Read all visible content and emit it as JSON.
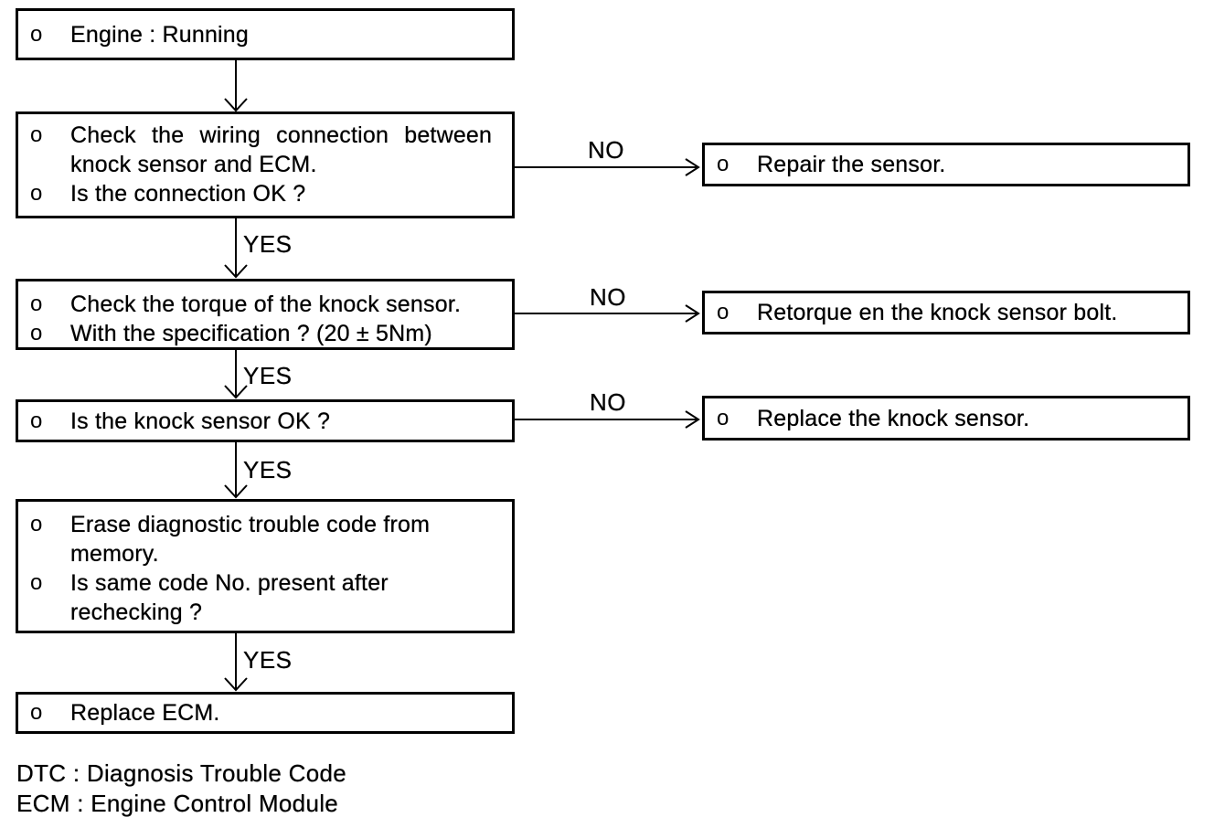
{
  "colors": {
    "ink": "#000000",
    "paper": "#ffffff"
  },
  "flow": {
    "labels": {
      "yes": "YES",
      "no": "NO"
    },
    "start": {
      "items": [
        {
          "bullet": "o",
          "lines": [
            "Engine : Running"
          ]
        }
      ]
    },
    "check_wiring": {
      "items": [
        {
          "bullet": "o",
          "lines": [
            "Check the wiring connection between",
            "knock sensor and ECM."
          ]
        },
        {
          "bullet": "o",
          "lines": [
            "Is the connection OK ?"
          ]
        }
      ]
    },
    "check_torque": {
      "items": [
        {
          "bullet": "o",
          "lines": [
            "Check the torque of the knock sensor."
          ]
        },
        {
          "bullet": "o",
          "lines": [
            "With the specification ? (20 ± 5Nm)"
          ]
        }
      ]
    },
    "knock_ok": {
      "items": [
        {
          "bullet": "o",
          "lines": [
            "Is the knock sensor OK ?"
          ]
        }
      ]
    },
    "erase_code": {
      "items": [
        {
          "bullet": "o",
          "lines": [
            "Erase diagnostic trouble code from",
            "memory."
          ]
        },
        {
          "bullet": "o",
          "lines": [
            "Is same code No. present after",
            "rechecking ?"
          ]
        }
      ]
    },
    "replace_ecm": {
      "items": [
        {
          "bullet": "o",
          "lines": [
            "Replace ECM."
          ]
        }
      ]
    },
    "repair_sensor": {
      "items": [
        {
          "bullet": "o",
          "lines": [
            "Repair the sensor."
          ]
        }
      ]
    },
    "retorque_bolt": {
      "items": [
        {
          "bullet": "o",
          "lines": [
            "Retorque en the knock sensor bolt."
          ]
        }
      ]
    },
    "replace_sensor": {
      "items": [
        {
          "bullet": "o",
          "lines": [
            "Replace the knock sensor."
          ]
        }
      ]
    },
    "legend": [
      "DTC : Diagnosis Trouble Code",
      "ECM : Engine Control Module"
    ]
  }
}
